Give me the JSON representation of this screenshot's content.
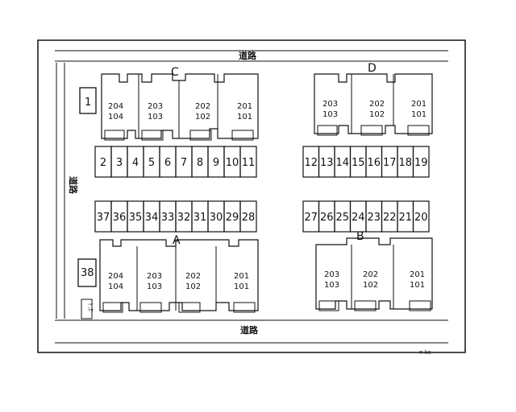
{
  "roads": {
    "top": "道路",
    "bottom": "道路",
    "left": "道路"
  },
  "buildings": [
    {
      "id": "C",
      "units": [
        [
          "204",
          "104"
        ],
        [
          "203",
          "103"
        ],
        [
          "202",
          "102"
        ],
        [
          "201",
          "101"
        ]
      ]
    },
    {
      "id": "D",
      "units": [
        [
          "203",
          "103"
        ],
        [
          "202",
          "102"
        ],
        [
          "201",
          "101"
        ]
      ]
    },
    {
      "id": "A",
      "units": [
        [
          "204",
          "104"
        ],
        [
          "203",
          "103"
        ],
        [
          "202",
          "102"
        ],
        [
          "201",
          "101"
        ]
      ]
    },
    {
      "id": "B",
      "units": [
        [
          "203",
          "103"
        ],
        [
          "202",
          "102"
        ],
        [
          "201",
          "101"
        ]
      ]
    }
  ],
  "parking": {
    "p1": "1",
    "p38": "38",
    "rowTopLeft": [
      "2",
      "3",
      "4",
      "5",
      "6",
      "7",
      "8",
      "9",
      "10",
      "11"
    ],
    "rowTopRight": [
      "12",
      "13",
      "14",
      "15",
      "16",
      "17",
      "18",
      "19"
    ],
    "rowBottomLeft": [
      "37",
      "36",
      "35",
      "34",
      "33",
      "32",
      "31",
      "30",
      "29",
      "28"
    ],
    "rowBottomRight": [
      "27",
      "26",
      "25",
      "24",
      "23",
      "22",
      "21",
      "20"
    ]
  },
  "misc": {
    "trash": "ｺﾞﾐ",
    "corner": "n kc"
  }
}
